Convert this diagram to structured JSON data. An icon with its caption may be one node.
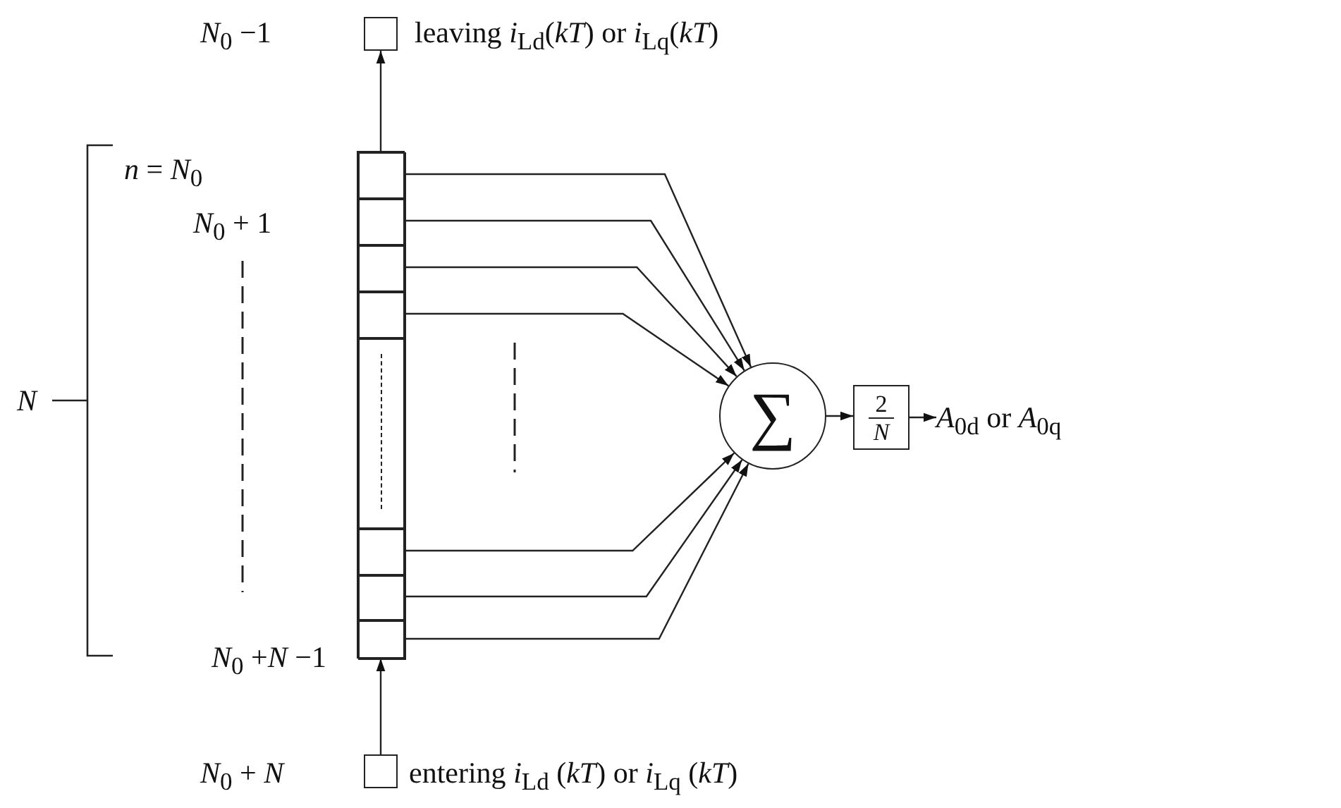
{
  "diagram": {
    "nodes": [
      {
        "text": [],
        "shape": "box",
        "beside": [
          "*N*$_{0}$ −1",
          "leaving *i*$_{Ld}$(*kT*) or *i*$_{Lq}$(*kT*)"
        ]
      },
      {
        "text": [],
        "shape": "box"
      },
      {
        "text": [],
        "shape": "box",
        "in": 1
      },
      {
        "text": [],
        "shape": "box",
        "in": 1
      },
      {
        "text": [],
        "shape": "box",
        "in": 1
      },
      {
        "text": [],
        "shape": "box",
        "in": 1
      },
      {
        "text": [],
        "shape": "box",
        "in": 1
      },
      {
        "text": [],
        "shape": "box",
        "in": 1
      },
      {
        "text": [],
        "shape": "box",
        "in": 1
      },
      {
        "text": [],
        "shape": "box",
        "in": 1
      },
      {
        "text": [
          "∑"
        ]
      },
      {
        "text": [
          "2",
          "N"
        ]
      },
      {
        "text": [
          "*A*$_{0d}$ or *A*$_{0q}$"
        ]
      },
      {
        "text": [],
        "shape": "box",
        "beside": [
          "*N*$_{0}$ + *N*",
          "entering *i*$_{Ld}$ (*kT*) or *i*$_{Lq}$ (*kT*)"
        ]
      }
    ],
    "edges": [
      {
        "from": 1,
        "to": 0,
        "arrow": "to"
      },
      {
        "from": 13,
        "to": 1,
        "arrow": "to"
      },
      {
        "from": 2,
        "to": 10,
        "arrow": "to"
      },
      {
        "from": 3,
        "to": 10,
        "arrow": "to"
      },
      {
        "from": 4,
        "to": 10,
        "arrow": "to"
      },
      {
        "from": 5,
        "to": 10,
        "arrow": "to"
      },
      {
        "from": 7,
        "to": 10,
        "arrow": "to"
      },
      {
        "from": 8,
        "to": 10,
        "arrow": "to"
      },
      {
        "from": 9,
        "to": 10,
        "arrow": "to"
      },
      {
        "from": 10,
        "to": 11,
        "arrow": "to"
      },
      {
        "from": 11,
        "to": 12,
        "arrow": "to"
      }
    ],
    "labels": [
      "*n* = *N*$_{0}$",
      "*N*$_{0}$ + 1",
      "*N*",
      "*N*$_{0}$ +*N* −1"
    ]
  }
}
